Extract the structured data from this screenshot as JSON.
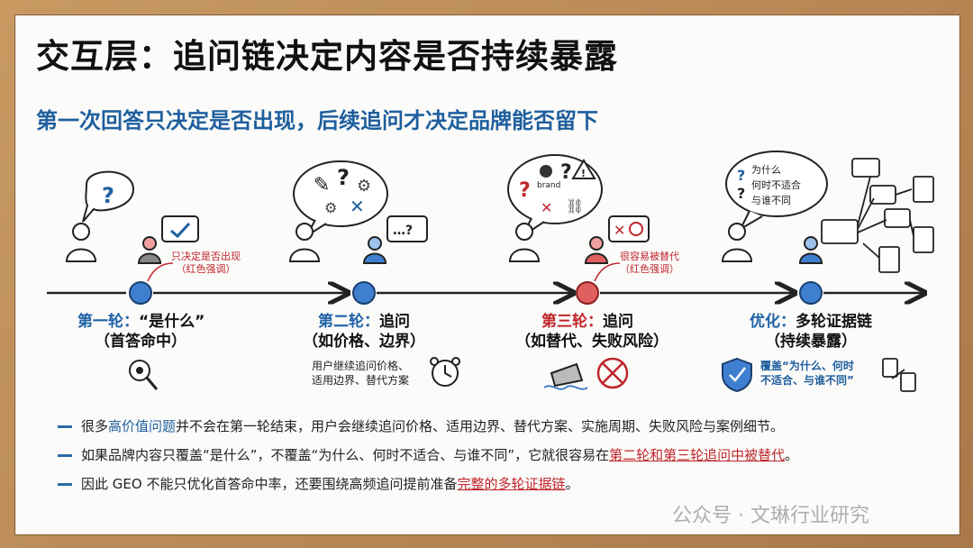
{
  "title": "交互层：追问链决定内容是否持续暴露",
  "subtitle": "第一次回答只决定是否出现，后续追问才决定品牌能否留下",
  "stages": [
    {
      "head": "第一轮：",
      "head_rest": "“是什么”",
      "sub": "（首答命中）",
      "note1": "只决定是否出现",
      "note2": "（红色强调）"
    },
    {
      "head": "第二轮：",
      "head_rest": "追问",
      "sub": "（如价格、边界）",
      "desc1": "用户继续追问价格、",
      "desc2": "适用边界、替代方案"
    },
    {
      "head": "第三轮：",
      "head_rest": "追问",
      "sub": "（如替代、失败风险）",
      "note1": "很容易被替代",
      "note2": "（红色强调）",
      "bubble_word": "brand"
    },
    {
      "head": "优化：",
      "head_rest": "多轮证据链",
      "sub": "（持续暴露）",
      "desc1": "覆盖“为什么、何时",
      "desc2": "不适合、与谁不同”",
      "bubble1": "为什么",
      "bubble2": "何时不适合",
      "bubble3": "与谁不同"
    }
  ],
  "bullets": [
    {
      "a": "很多",
      "b": "高价值问题",
      "c": "并不会在第一轮结束，用户会继续追问价格、适用边界、替代方案、实施周期、失败风险与案例细节。"
    },
    {
      "a": "如果品牌内容只覆盖“是什么”，不覆盖“为什么、何时不适合、与谁不同”，它就很容易在",
      "b": "第二轮和第三轮追问中被替代",
      "c": "。"
    },
    {
      "a": "因此 GEO 不能只优化首答命中率，还要围绕高频追问提前准备",
      "b": "完整的多轮证据链",
      "c": "。"
    }
  ],
  "watermark": "公众号 · 文琳行业研究",
  "colors": {
    "blue": "#1f5f9e",
    "red": "#c0262c",
    "node_blue": "#3f7fd0",
    "node_red": "#e06060"
  }
}
